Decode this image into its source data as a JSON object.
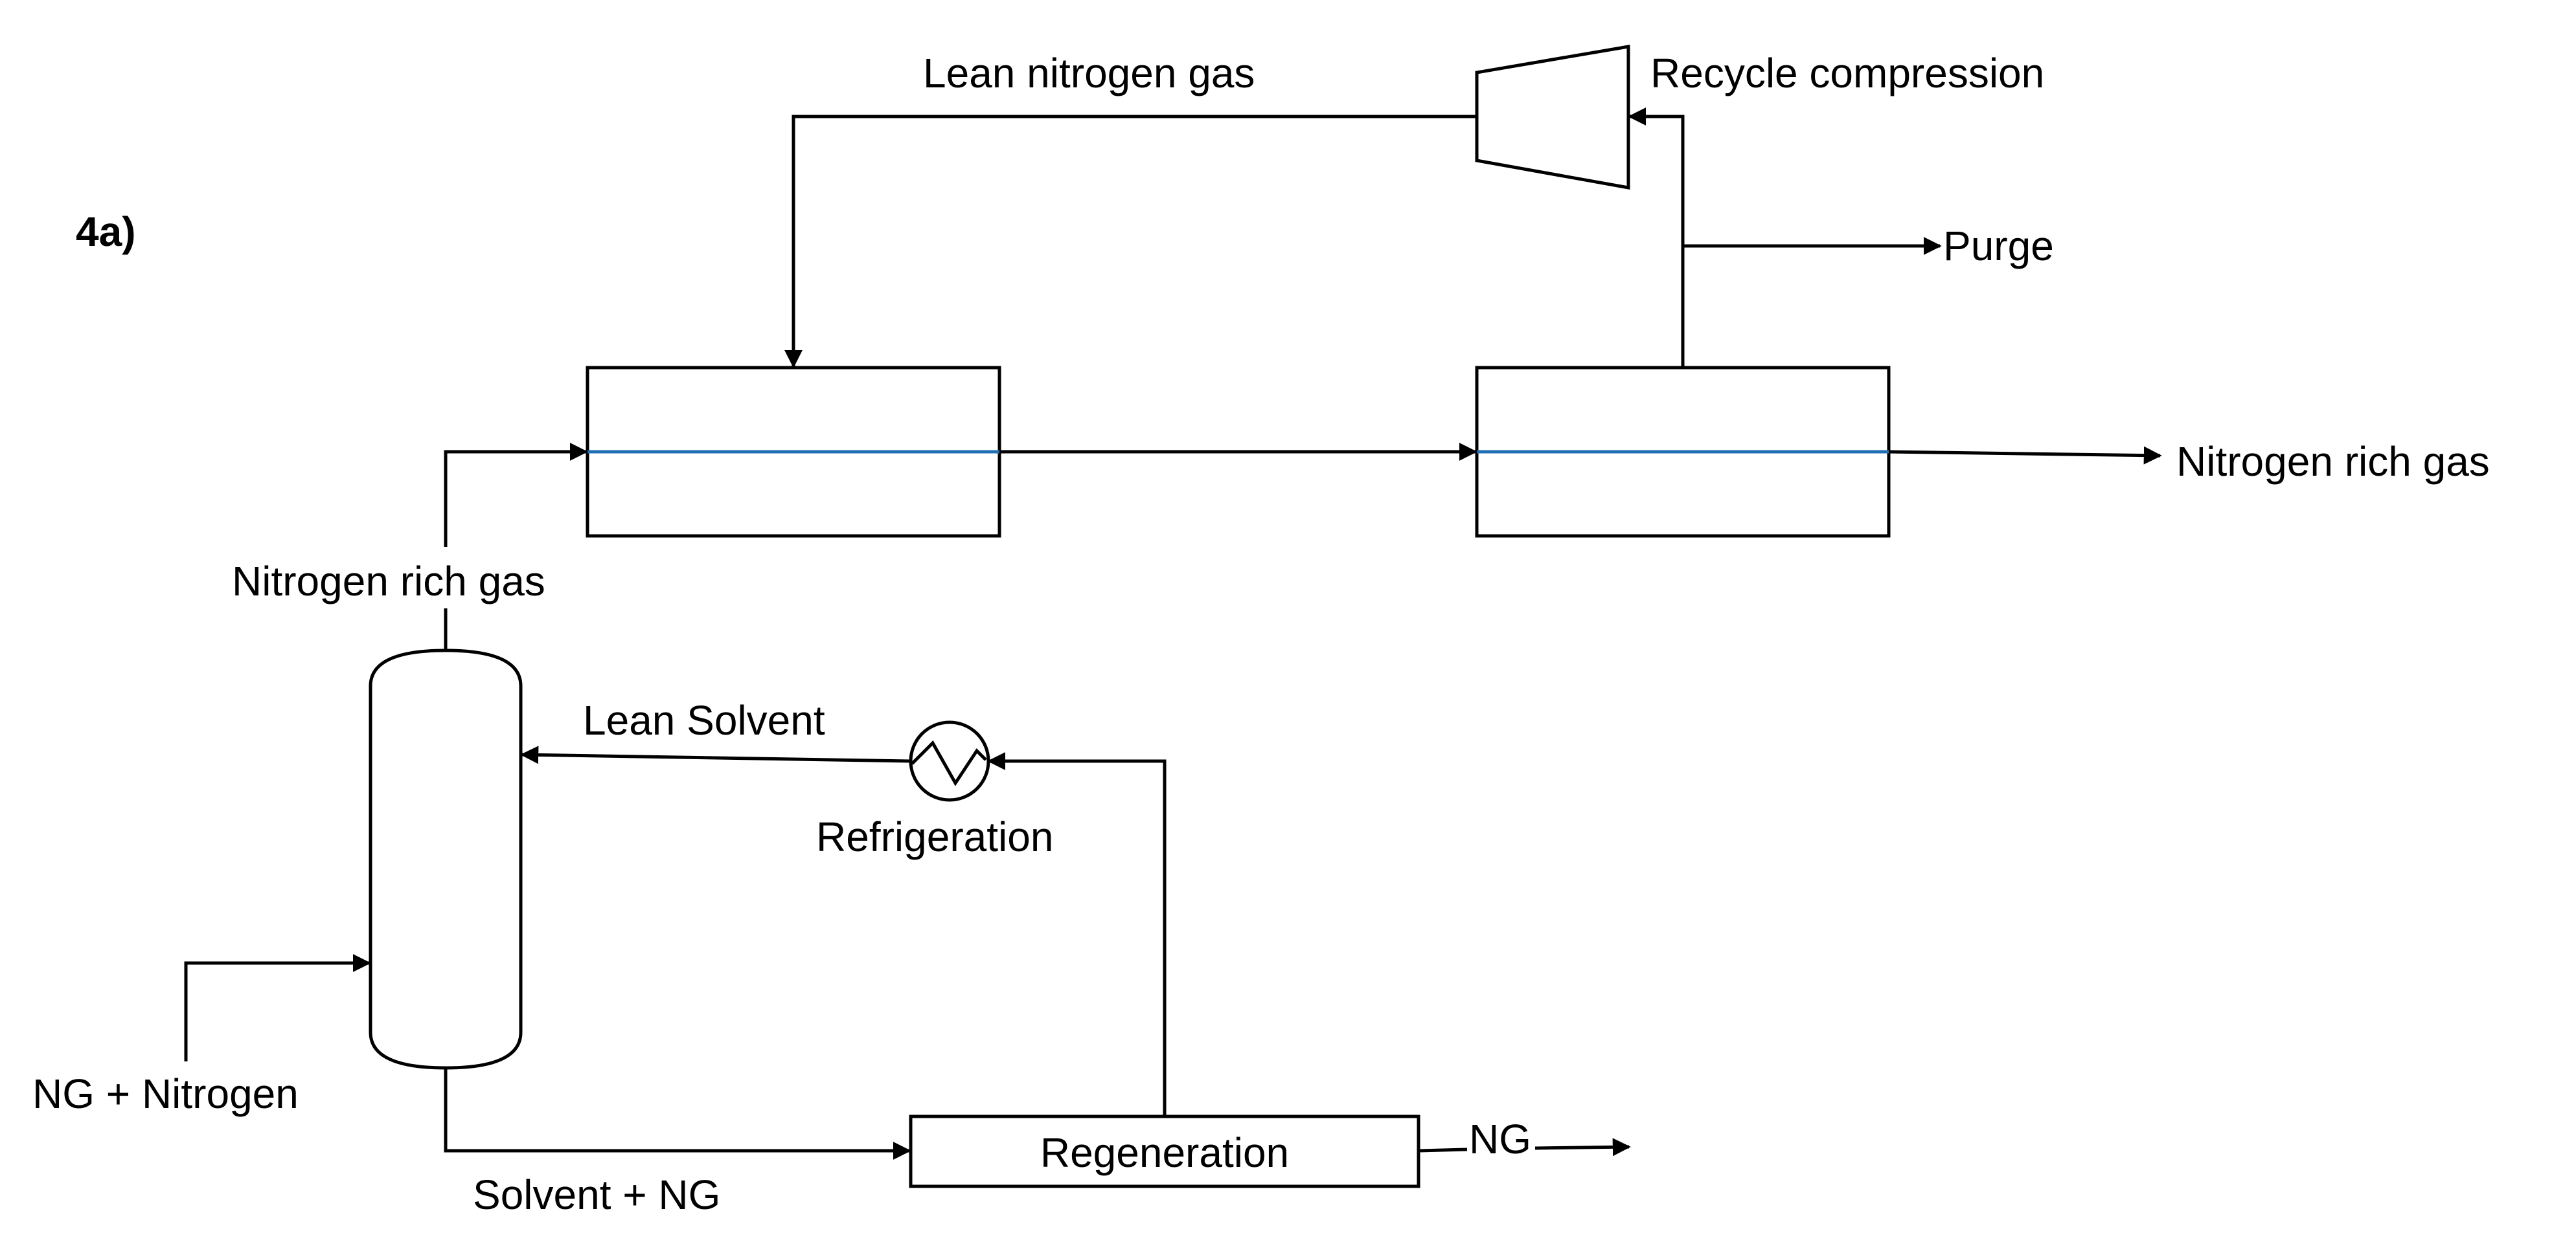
{
  "figure_label": "4a)",
  "labels": {
    "lean_nitrogen_gas": "Lean nitrogen gas",
    "recycle_compression": "Recycle compression",
    "purge": "Purge",
    "nitrogen_rich_gas_out": "Nitrogen rich gas",
    "nitrogen_rich_gas_column": "Nitrogen rich gas",
    "lean_solvent": "Lean Solvent",
    "refrigeration": "Refrigeration",
    "ng_nitrogen_feed": "NG + Nitrogen",
    "solvent_ng": "Solvent + NG",
    "regeneration": "Regeneration",
    "ng_product": "NG"
  },
  "colors": {
    "line": "#000000",
    "membrane": "#1f6fb5"
  }
}
